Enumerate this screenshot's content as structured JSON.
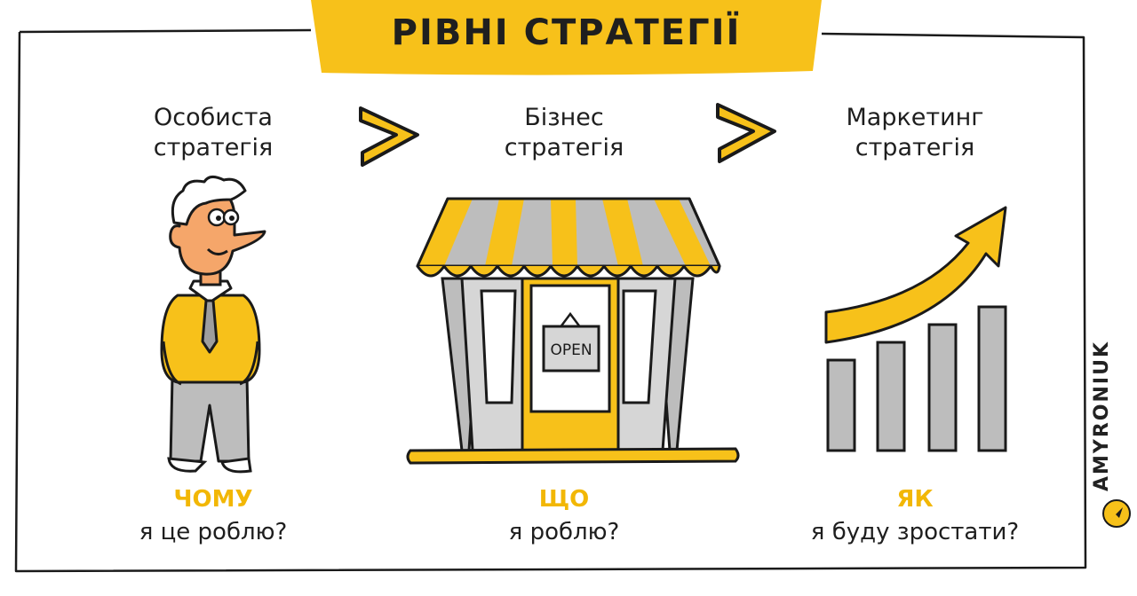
{
  "title": "РІВНІ СТРАТЕГІЇ",
  "columns": [
    {
      "heading_line1": "Особиста",
      "heading_line2": "стратегія",
      "question_word": "ЧОМУ",
      "question_text": "я це роблю?",
      "illustration": "person-illustration"
    },
    {
      "heading_line1": "Бізнес",
      "heading_line2": "стратегія",
      "question_word": "ЩО",
      "question_text": "я роблю?",
      "illustration": "shop-illustration",
      "sign_text": "OPEN"
    },
    {
      "heading_line1": "Маркетинг",
      "heading_line2": "стратегія",
      "question_word": "ЯК",
      "question_text": "я буду зростати?",
      "illustration": "growth-chart-illustration"
    }
  ],
  "arrows": [
    "chevron-right-icon",
    "chevron-right-icon"
  ],
  "brand": {
    "name": "AMYRONIUK",
    "icon": "arrow-logo-icon"
  },
  "colors": {
    "accent": "#F7C11A",
    "gray": "#BDBDBD",
    "outline": "#1a1a1a",
    "skin": "#F5A66A"
  }
}
